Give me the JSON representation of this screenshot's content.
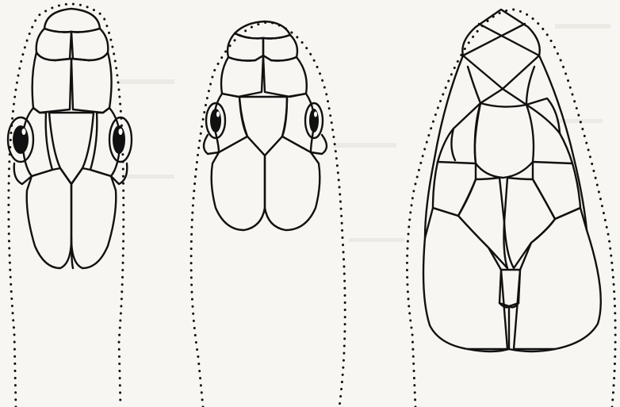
{
  "plate": {
    "colors": {
      "paper": "#f7f6f2",
      "ink": "#111111"
    },
    "figures": [
      {
        "key": "head-left",
        "view": "dorsal",
        "has_eyes": true
      },
      {
        "key": "head-middle",
        "view": "dorsal",
        "has_eyes": true
      },
      {
        "key": "head-right",
        "view": "ventral",
        "has_eyes": false
      }
    ]
  }
}
